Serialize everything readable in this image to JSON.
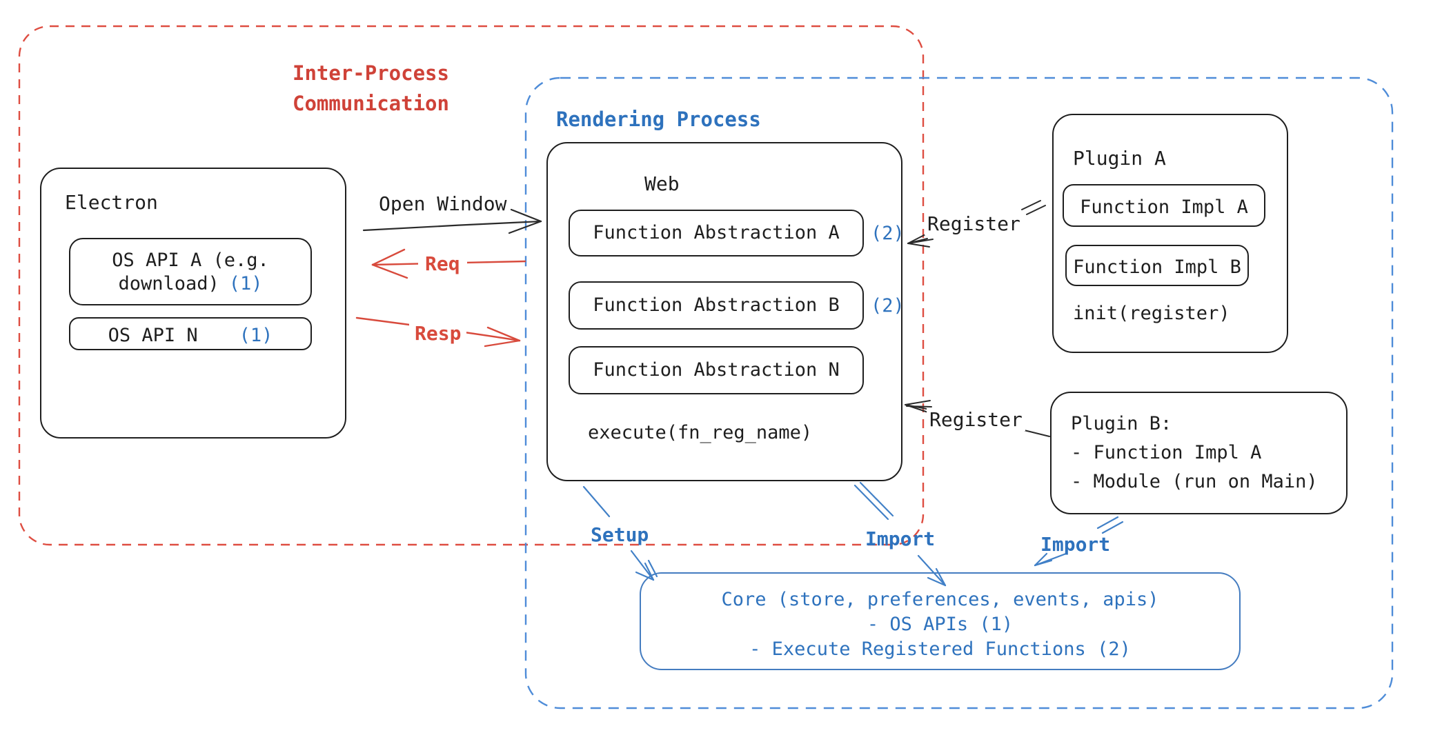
{
  "groups": {
    "ipc": {
      "label": "Inter-Process Communication",
      "color": "#cf4238"
    },
    "rendering": {
      "label": "Rendering Process",
      "color": "#2e72bd"
    }
  },
  "electron": {
    "title": "Electron",
    "items": [
      {
        "label": "OS API A (e.g. download)",
        "badge": "(1)"
      },
      {
        "label": "OS API N",
        "badge": "(1)"
      }
    ]
  },
  "web": {
    "title": "Web",
    "items": [
      {
        "label": "Function Abstraction A",
        "badge": "(2)"
      },
      {
        "label": "Function Abstraction B",
        "badge": "(2)"
      },
      {
        "label": "Function Abstraction N",
        "badge": ""
      }
    ],
    "method": "execute(fn_reg_name)"
  },
  "plugin_a": {
    "title": "Plugin A",
    "items": [
      {
        "label": "Function Impl A"
      },
      {
        "label": "Function Impl B"
      }
    ],
    "method": "init(register)"
  },
  "plugin_b": {
    "lines": [
      "Plugin B:",
      "- Function Impl A",
      "- Module (run on Main)"
    ]
  },
  "core": {
    "lines": [
      "Core (store, preferences, events, apis)",
      "- OS APIs (1)",
      "- Execute Registered Functions (2)"
    ]
  },
  "arrow_labels": {
    "open_window": "Open Window",
    "req": "Req",
    "resp": "Resp",
    "register_top": "Register",
    "register_bottom": "Register",
    "setup": "Setup",
    "import_web": "Import",
    "import_plugin": "Import"
  },
  "colors": {
    "ink": "#1e1e1e",
    "red": "#cf4238",
    "red_dash": "#de4d41",
    "blue_text": "#2e72bd",
    "blue_dash": "#4e8cd8",
    "blue_stroke": "#4180c7"
  }
}
